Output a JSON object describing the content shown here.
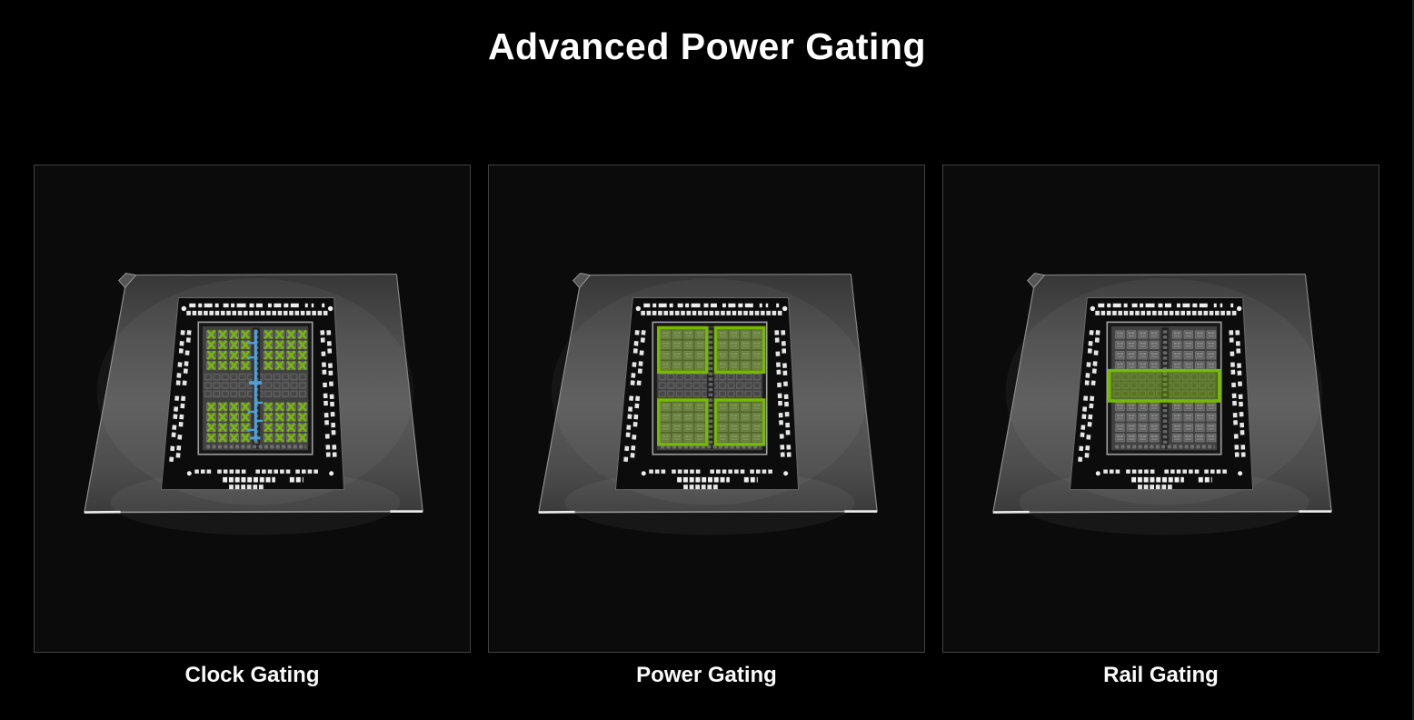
{
  "slide": {
    "title": "Advanced Power Gating"
  },
  "panels": [
    {
      "label": "Clock Gating",
      "overlay": "clock",
      "highlighted_regions": "sm-unit-arrays-and-central-clock-tree"
    },
    {
      "label": "Power Gating",
      "overlay": "power",
      "highlighted_regions": "four-gpc-quadrant-blocks"
    },
    {
      "label": "Rail Gating",
      "overlay": "rail",
      "highlighted_regions": "central-cache-band"
    }
  ],
  "colors": {
    "accent_green": "#76b900",
    "clock_tree_blue": "#4f9fd5",
    "panel_border": "#414141",
    "panel_background": "#0b0b0b",
    "page_background": "#000000",
    "title_text": "#ffffff",
    "label_text": "#fafafa"
  }
}
